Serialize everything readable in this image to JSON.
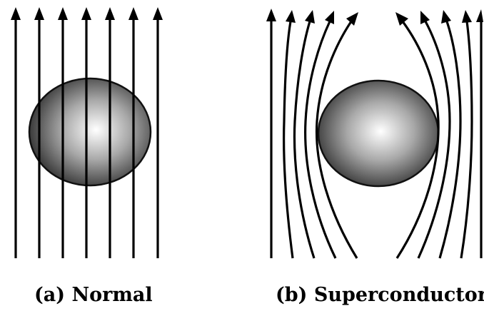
{
  "panels": [
    {
      "id": "normal",
      "caption": "(a) Normal"
    },
    {
      "id": "superconductor",
      "caption": "(b) Superconductor"
    }
  ],
  "colors": {
    "background": "#ffffff",
    "lines": "#000000",
    "sphere_highlight": "#ffffff",
    "sphere_shadow": "#1a1a1a"
  }
}
